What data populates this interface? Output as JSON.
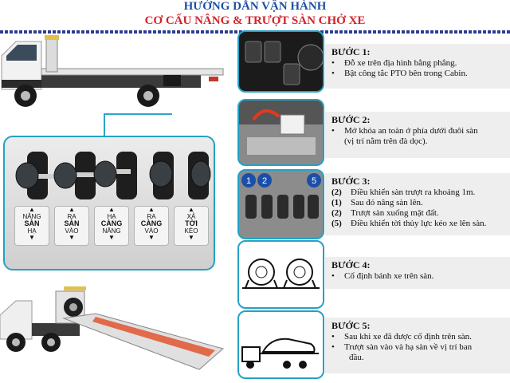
{
  "header": {
    "title": "HƯỚNG DẪN VẬN HÀNH",
    "subtitle": "CƠ CẤU NÂNG & TRƯỢT SÀN CHỞ XE"
  },
  "panel": {
    "labels": [
      {
        "top": "NÂNG",
        "main": "SÀN",
        "bottom": "HẠ",
        "top_arrow": "up",
        "bottom_arrow": "down"
      },
      {
        "top": "RA",
        "main": "SÀN",
        "bottom": "VÀO",
        "top_arrow": "up",
        "bottom_arrow": "down"
      },
      {
        "top": "HẠ",
        "main": "CÀNG",
        "bottom": "NÂNG",
        "top_arrow": "up",
        "bottom_arrow": "down"
      },
      {
        "top": "RA",
        "main": "CÀNG",
        "bottom": "VÀO",
        "top_arrow": "up",
        "bottom_arrow": "down"
      },
      {
        "top": "XẢ",
        "main": "TỜI",
        "bottom": "KÉO",
        "top_arrow": "up",
        "bottom_arrow": "down"
      }
    ]
  },
  "step3_image_numbers": [
    "1",
    "2",
    "5"
  ],
  "steps": [
    {
      "title": "BƯỚC 1:",
      "items": [
        {
          "marker": "•",
          "text": "Đỗ xe trên địa hình bằng phẳng."
        },
        {
          "marker": "•",
          "text": "Bật công tắc PTO bên trong Cabin."
        }
      ]
    },
    {
      "title": "BƯỚC 2:",
      "items": [
        {
          "marker": "•",
          "text": "Mở khóa an toàn ở phía dưới đuôi sàn"
        },
        {
          "marker": "",
          "text": "(vị trí nằm trên đà dọc)."
        }
      ]
    },
    {
      "title": "BƯỚC 3:",
      "items": [
        {
          "marker": "(2)",
          "text": "Điều khiển sàn trượt ra khoảng 1m."
        },
        {
          "marker": "(1)",
          "text": "Sau đó nâng sàn lên."
        },
        {
          "marker": "(2)",
          "text": "Trượt sàn xuống mặt đất."
        },
        {
          "marker": "(5)",
          "text": "Điều khiển tời thủy lực kéo xe lên sàn."
        }
      ]
    },
    {
      "title": "BƯỚC 4:",
      "items": [
        {
          "marker": "•",
          "text": "Cố định bánh xe trên sàn."
        }
      ]
    },
    {
      "title": "BƯỚC 5:",
      "items": [
        {
          "marker": "•",
          "text": "Sau khi xe đã được cố định trên sàn."
        },
        {
          "marker": "•",
          "text": "Trượt sàn vào và hạ sàn về vị trí ban"
        },
        {
          "marker": "",
          "text": "đầu."
        }
      ]
    }
  ],
  "colors": {
    "title_blue": "#1e4fa3",
    "subtitle_red": "#d2232a",
    "frame_cyan": "#25a1c5"
  }
}
